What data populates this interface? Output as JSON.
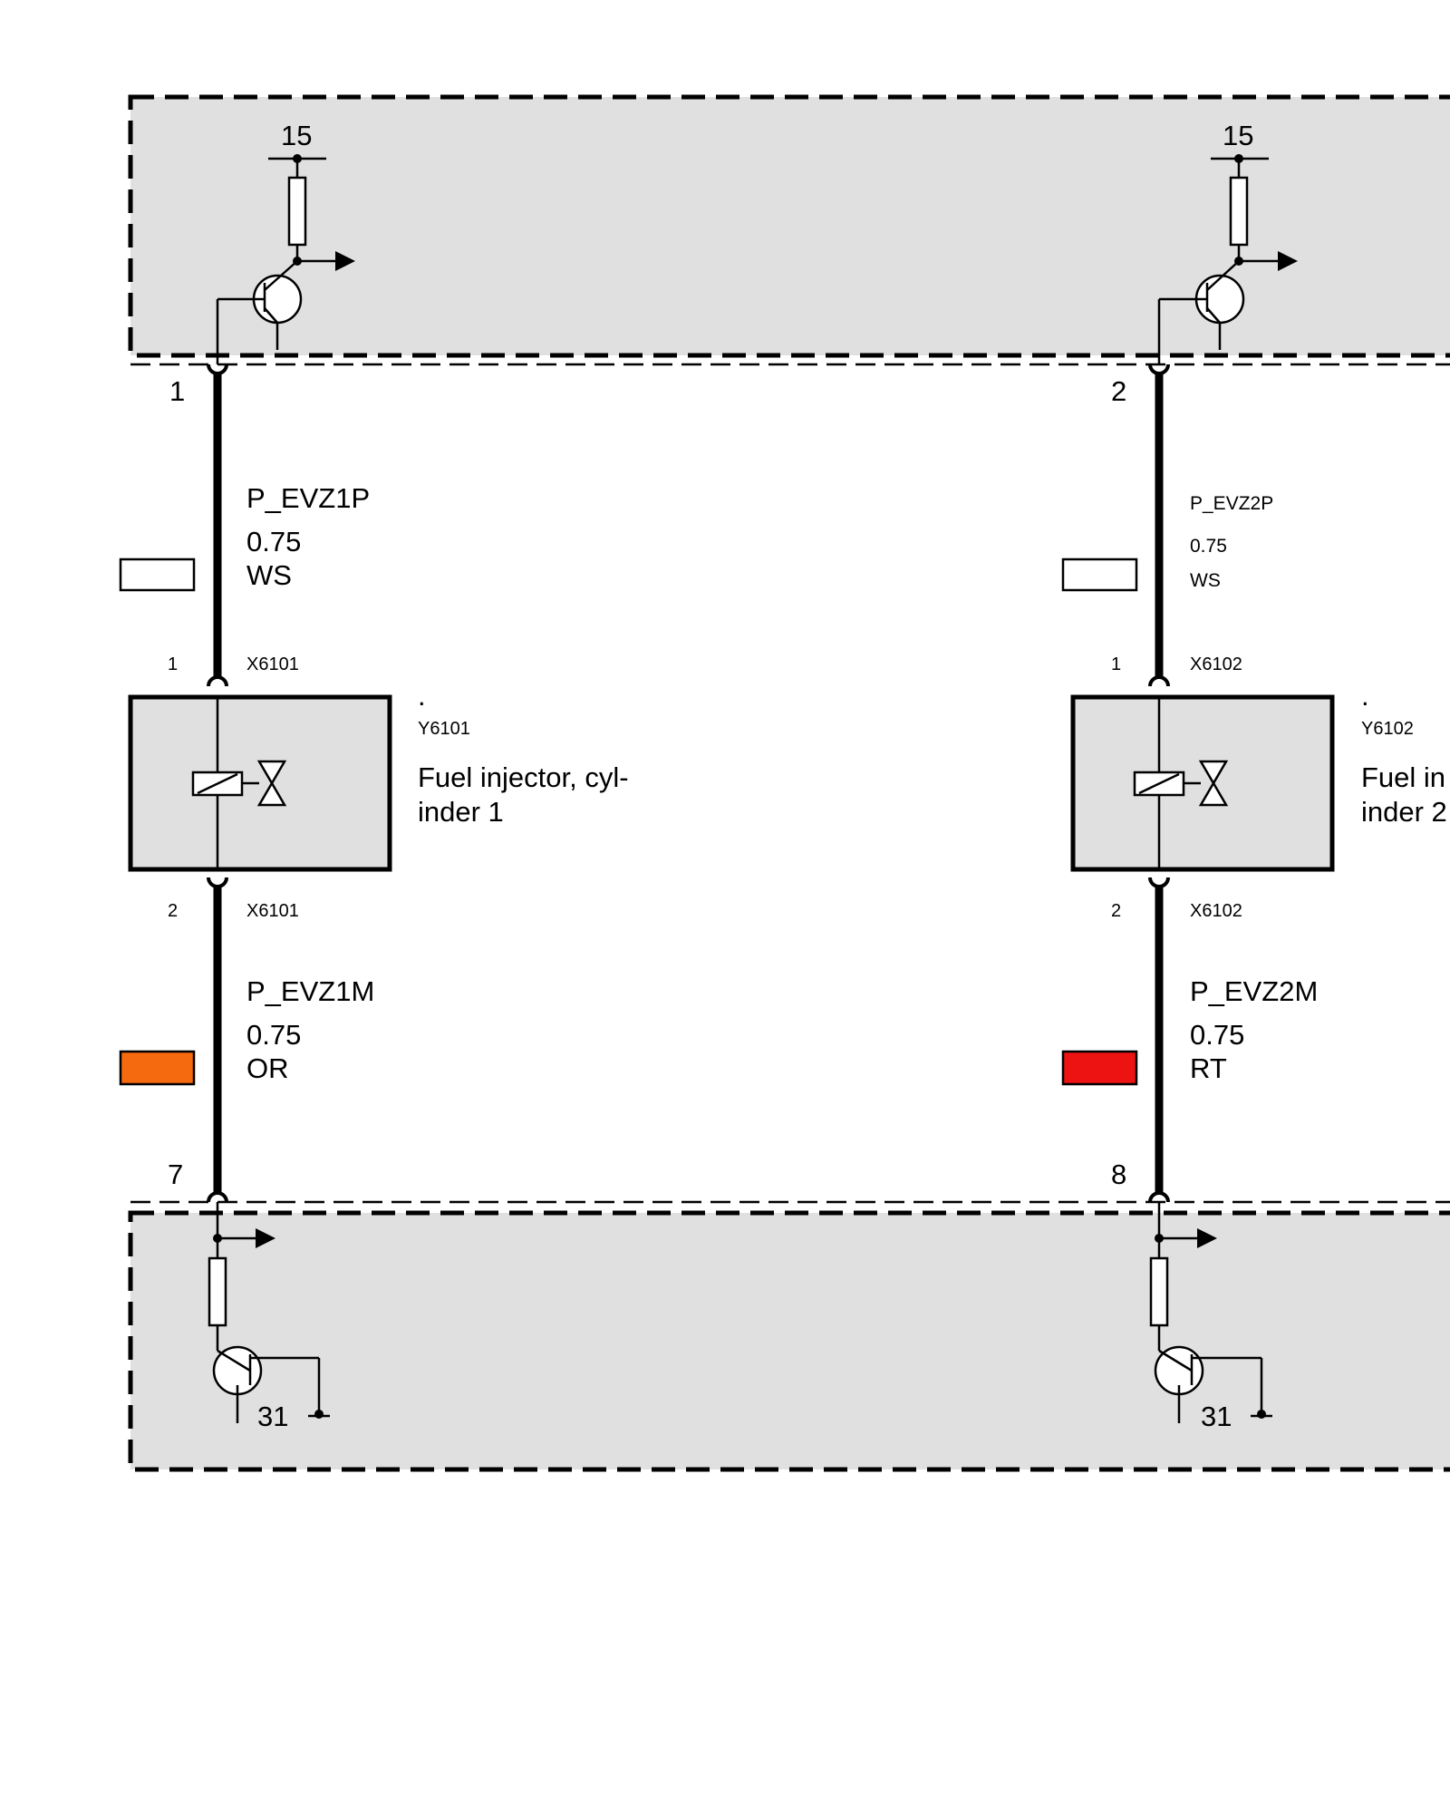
{
  "colors": {
    "module_fill": "#e0e0e0",
    "stroke": "#000000",
    "background": "#ffffff",
    "wire_ws": "#ffffff",
    "wire_or": "#f56a0f",
    "wire_rt": "#ee1313"
  },
  "top_module": {
    "supply_left": "15",
    "supply_right": "15"
  },
  "bottom_module": {
    "ground_left": "31",
    "ground_right": "31"
  },
  "circuits": [
    {
      "top_pin": "1",
      "plus_wire": {
        "signal": "P_EVZ1P",
        "size": "0.75",
        "color_code": "WS"
      },
      "connector_top": {
        "pin": "1",
        "id": "X6101"
      },
      "component": {
        "dot": ".",
        "id": "Y6101",
        "name_line1": "Fuel injector, cyl-",
        "name_line2": "inder 1"
      },
      "connector_bottom": {
        "pin": "2",
        "id": "X6101"
      },
      "minus_wire": {
        "signal": "P_EVZ1M",
        "size": "0.75",
        "color_code": "OR"
      },
      "bottom_pin": "7"
    },
    {
      "top_pin": "2",
      "plus_wire": {
        "signal": "P_EVZ2P",
        "size": "0.75",
        "color_code": "WS"
      },
      "connector_top": {
        "pin": "1",
        "id": "X6102"
      },
      "component": {
        "dot": ".",
        "id": "Y6102",
        "name_line1": "Fuel in",
        "name_line2": "inder 2"
      },
      "connector_bottom": {
        "pin": "2",
        "id": "X6102"
      },
      "minus_wire": {
        "signal": "P_EVZ2M",
        "size": "0.75",
        "color_code": "RT"
      },
      "bottom_pin": "8"
    }
  ]
}
